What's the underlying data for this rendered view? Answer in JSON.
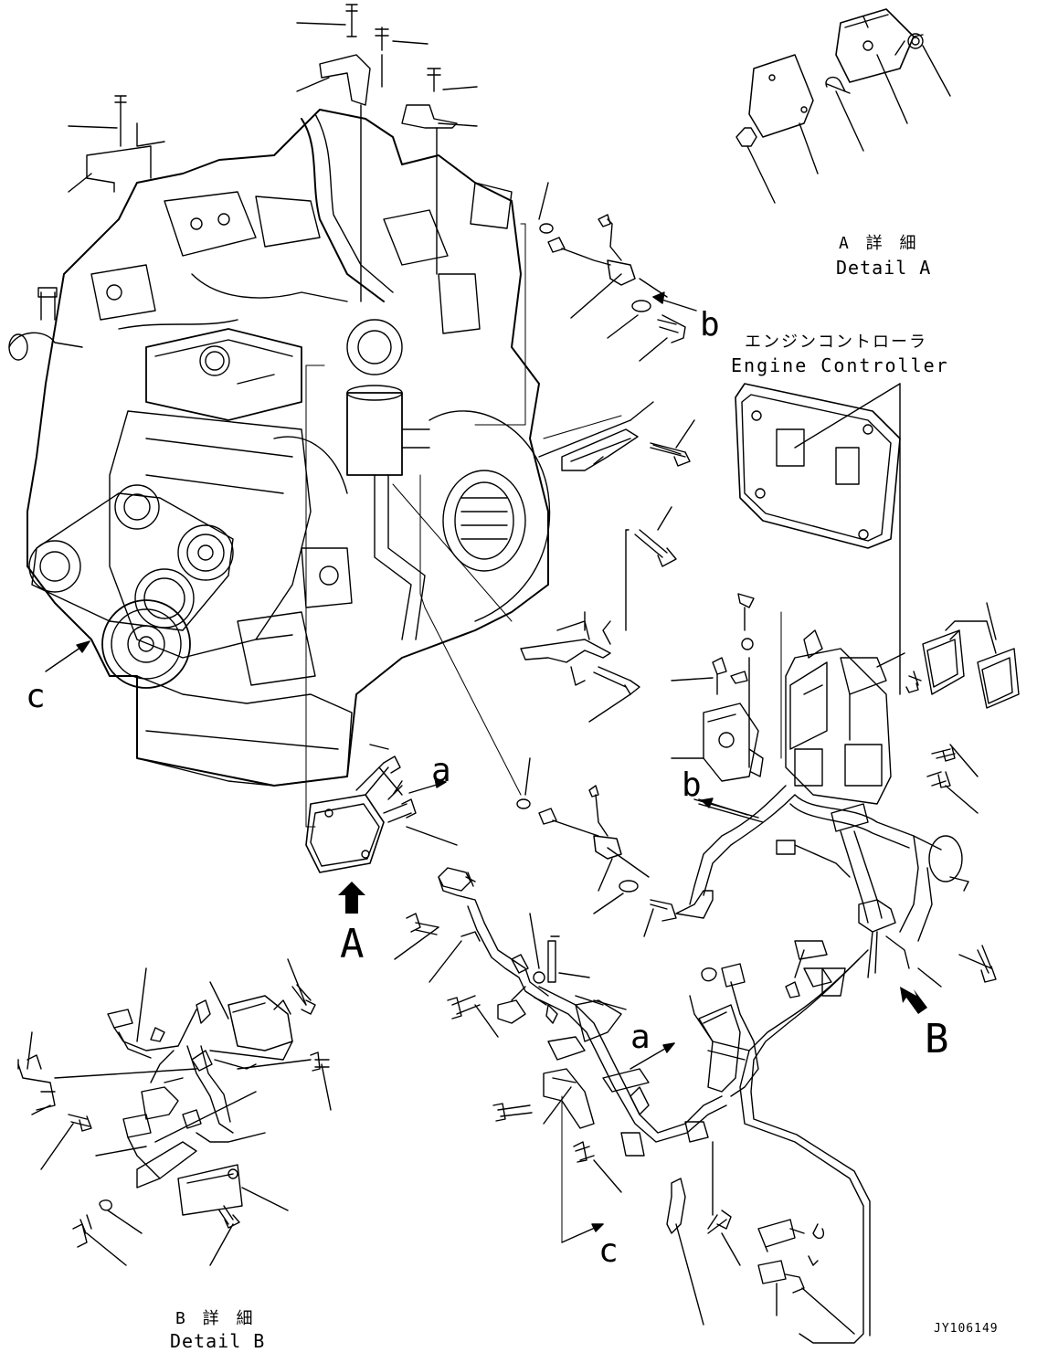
{
  "labels": {
    "detail_a_jp": "A 詳 細",
    "detail_a_en": "Detail A",
    "detail_b_jp": "B 詳 細",
    "detail_b_en": "Detail B",
    "controller_jp": "エンジンコントローラ",
    "controller_en": "Engine Controller",
    "callout_A": "A",
    "callout_B": "B",
    "callout_a1": "a",
    "callout_a2": "a",
    "callout_b1": "b",
    "callout_b2": "b",
    "callout_c1": "c",
    "callout_c2": "c",
    "drawing_code": "JY106149"
  },
  "colors": {
    "ink": "#000000",
    "paper": "#ffffff"
  }
}
